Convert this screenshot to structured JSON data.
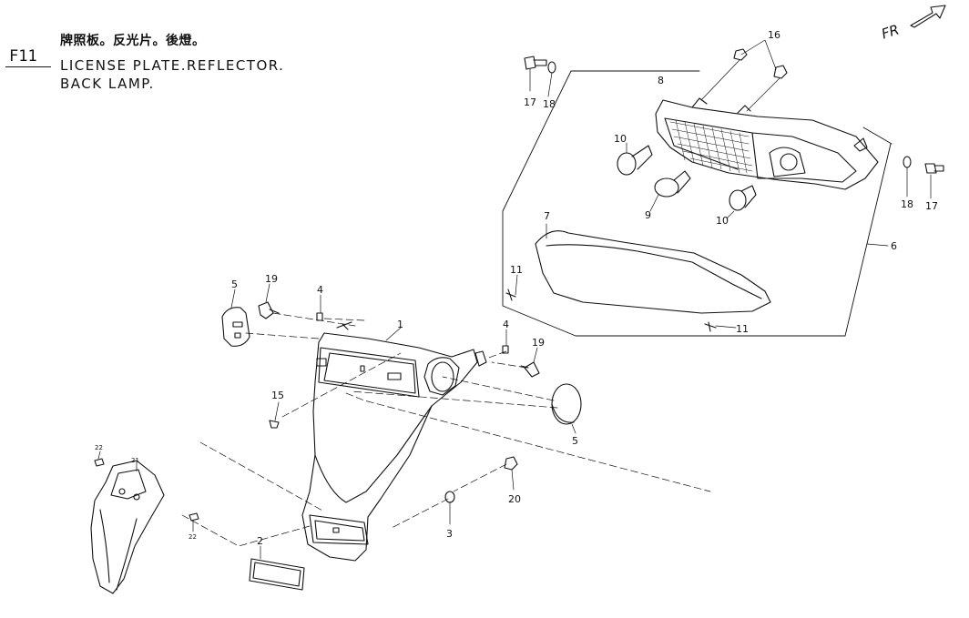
{
  "header": {
    "figure_code": "F11",
    "title_cn": "牌照板。反光片。後燈。",
    "title_en_line1": "LICENSE PLATE.REFLECTOR.",
    "title_en_line2": "BACK LAMP.",
    "direction_label": "FR"
  },
  "callouts": [
    {
      "id": "c1",
      "label": "1"
    },
    {
      "id": "c2",
      "label": "2"
    },
    {
      "id": "c3",
      "label": "3"
    },
    {
      "id": "c4a",
      "label": "4"
    },
    {
      "id": "c4b",
      "label": "4"
    },
    {
      "id": "c5a",
      "label": "5"
    },
    {
      "id": "c5b",
      "label": "5"
    },
    {
      "id": "c6",
      "label": "6"
    },
    {
      "id": "c7",
      "label": "7"
    },
    {
      "id": "c8",
      "label": "8"
    },
    {
      "id": "c9",
      "label": "9"
    },
    {
      "id": "c10a",
      "label": "10"
    },
    {
      "id": "c10b",
      "label": "10"
    },
    {
      "id": "c11a",
      "label": "11"
    },
    {
      "id": "c11b",
      "label": "11"
    },
    {
      "id": "c15",
      "label": "15"
    },
    {
      "id": "c16",
      "label": "16"
    },
    {
      "id": "c17a",
      "label": "17"
    },
    {
      "id": "c17b",
      "label": "17"
    },
    {
      "id": "c18a",
      "label": "18"
    },
    {
      "id": "c18b",
      "label": "18"
    },
    {
      "id": "c19a",
      "label": "19"
    },
    {
      "id": "c19b",
      "label": "19"
    },
    {
      "id": "c20",
      "label": "20"
    },
    {
      "id": "c21",
      "label": "21"
    },
    {
      "id": "c22a",
      "label": "22"
    },
    {
      "id": "c22b",
      "label": "22"
    }
  ]
}
